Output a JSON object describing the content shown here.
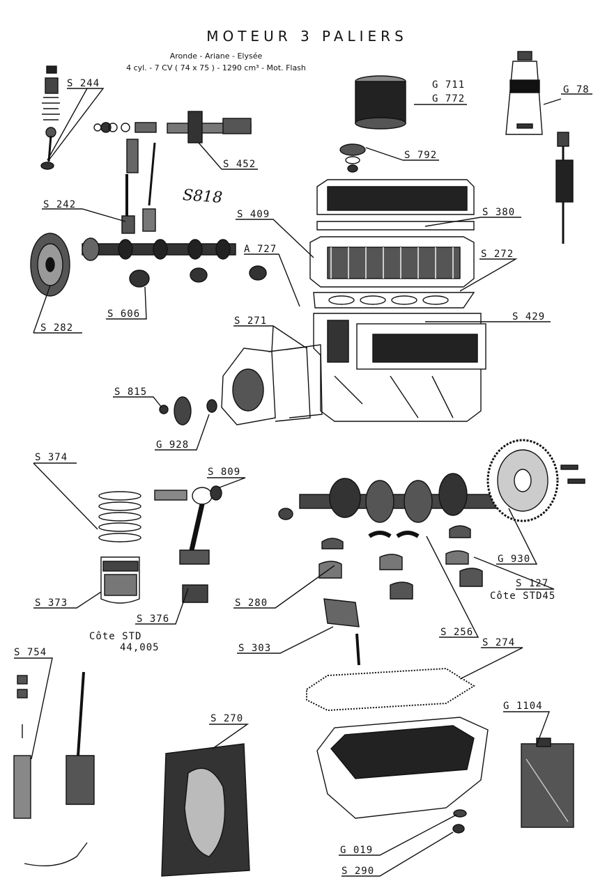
{
  "header": {
    "title": "MOTEUR 3 PALIERS",
    "subtitle_line1": "Aronde - Ariane - Elysée",
    "subtitle_line2": "4 cyl. - 7 CV ( 74 x 75 ) - 1290 cm³ - Mot. Flash",
    "handwritten_note": "S818"
  },
  "notes": {
    "cote_std45": "Côte  STD45",
    "cote_std": "Côte  STD",
    "cote_value": "44,005"
  },
  "labels": [
    {
      "text": "S 244"
    },
    {
      "text": "G 711"
    },
    {
      "text": "G 772"
    },
    {
      "text": "G 78"
    },
    {
      "text": "S 452"
    },
    {
      "text": "S 792"
    },
    {
      "text": "S 242"
    },
    {
      "text": "S 409"
    },
    {
      "text": "S 380"
    },
    {
      "text": "A 727"
    },
    {
      "text": "S 272"
    },
    {
      "text": "S 606"
    },
    {
      "text": "S 282"
    },
    {
      "text": "S 271"
    },
    {
      "text": "S 429"
    },
    {
      "text": "S 815"
    },
    {
      "text": "G 928"
    },
    {
      "text": "S 374"
    },
    {
      "text": "S 809"
    },
    {
      "text": "G 930"
    },
    {
      "text": "S 127"
    },
    {
      "text": "S 373"
    },
    {
      "text": "S 280"
    },
    {
      "text": "S 376"
    },
    {
      "text": "S 256"
    },
    {
      "text": "S 274"
    },
    {
      "text": "S 303"
    },
    {
      "text": "S 754"
    },
    {
      "text": "S 270"
    },
    {
      "text": "G 1104"
    },
    {
      "text": "G 019"
    },
    {
      "text": "S 290"
    }
  ]
}
